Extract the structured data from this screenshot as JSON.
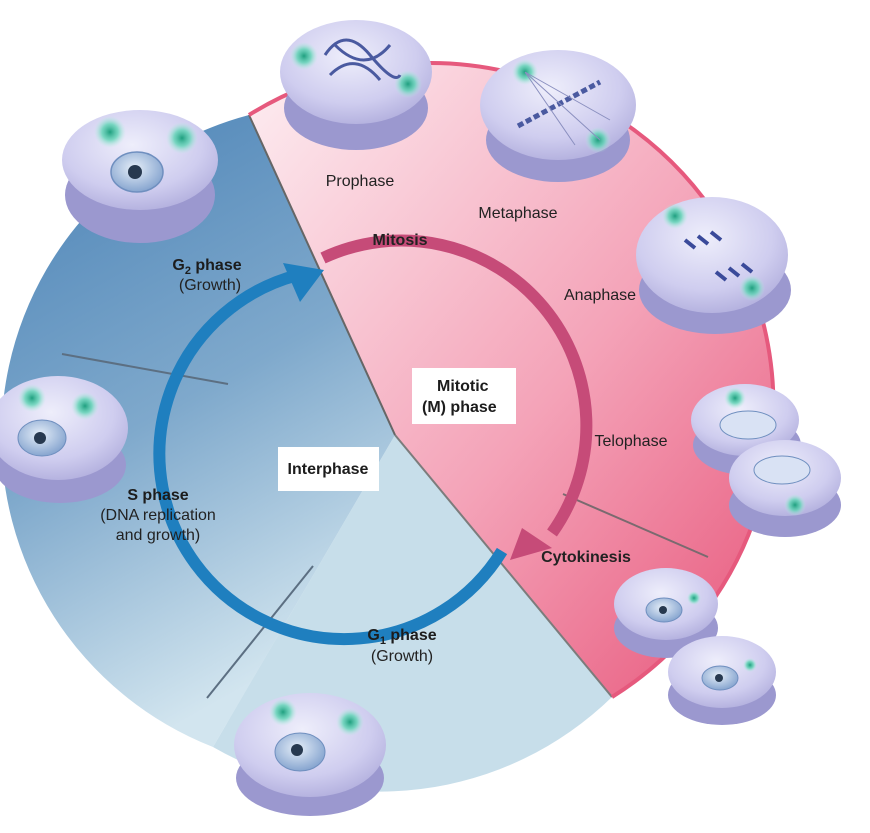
{
  "diagram": {
    "center": {
      "interphase": "Interphase",
      "mitotic_line1": "Mitotic",
      "mitotic_line2": "(M) phase"
    },
    "cycle_labels": {
      "mitosis": "Mitosis",
      "cytokinesis": "Cytokinesis"
    },
    "sectors": {
      "g2": {
        "name_prefix": "G",
        "name_sub": "2",
        "name_suffix": " phase",
        "detail": "(Growth)"
      },
      "s": {
        "name": "S phase",
        "detail_line1": "(DNA replication",
        "detail_line2": "and growth)"
      },
      "g1": {
        "name_prefix": "G",
        "name_sub": "1",
        "name_suffix": " phase",
        "detail": "(Growth)"
      }
    },
    "mitosis_stages": {
      "prophase": "Prophase",
      "metaphase": "Metaphase",
      "anaphase": "Anaphase",
      "telophase": "Telophase"
    },
    "colors": {
      "interphase_dark": "#4f86b8",
      "interphase_light": "#c9dfea",
      "mitosis_light": "#fbe0e8",
      "mitosis_dark": "#e8587c",
      "mitosis_arrow": "#c64b78",
      "interphase_arrow": "#1f7fbf",
      "cell_body": "#c6c5ea",
      "nucleus": "#9fb6dc",
      "centrosome": "#3dbf9a"
    }
  }
}
